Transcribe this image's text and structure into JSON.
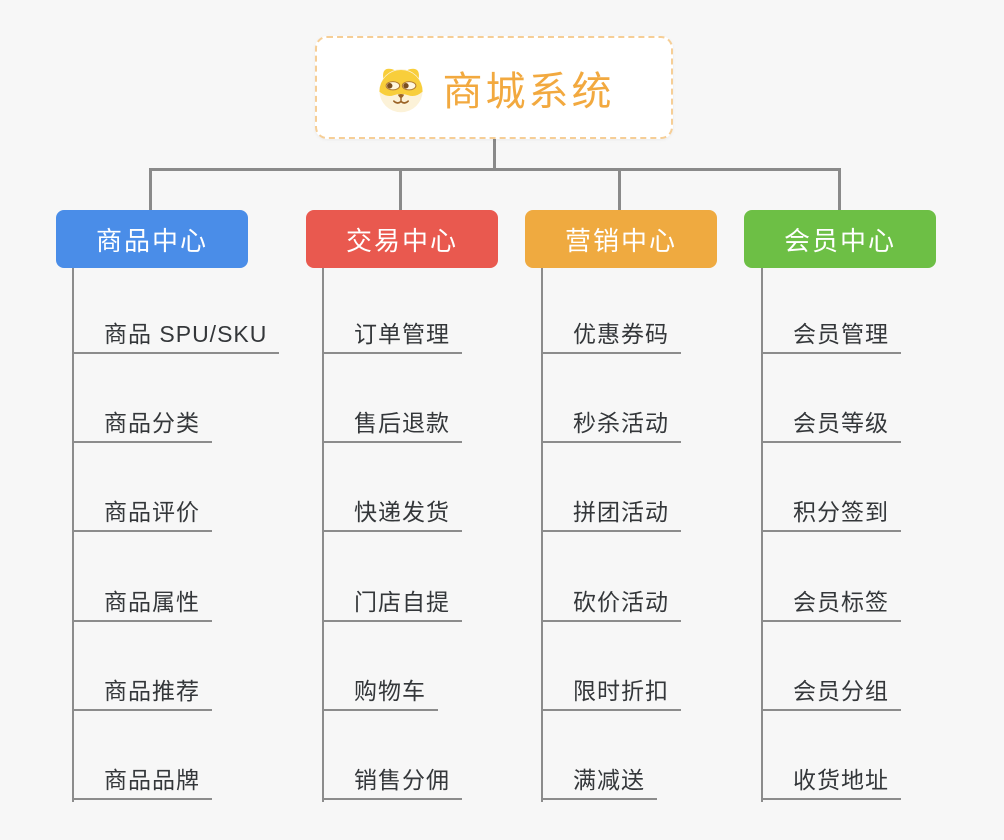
{
  "page": {
    "background_color": "#F7F7F7",
    "connector_color": "#8A8A8A"
  },
  "root": {
    "title": "商城系统",
    "icon": "dog-face-icon",
    "title_color": "#F2A93F",
    "border_color": "#F6CE96"
  },
  "branches": [
    {
      "id": "product-center",
      "label": "商品中心",
      "color": "#4A8DE8",
      "items": [
        "商品 SPU/SKU",
        "商品分类",
        "商品评价",
        "商品属性",
        "商品推荐",
        "商品品牌"
      ]
    },
    {
      "id": "trade-center",
      "label": "交易中心",
      "color": "#E9594F",
      "items": [
        "订单管理",
        "售后退款",
        "快递发货",
        "门店自提",
        "购物车",
        "销售分佣"
      ]
    },
    {
      "id": "marketing-center",
      "label": "营销中心",
      "color": "#EFAA40",
      "items": [
        "优惠券码",
        "秒杀活动",
        "拼团活动",
        "砍价活动",
        "限时折扣",
        "满减送"
      ]
    },
    {
      "id": "member-center",
      "label": "会员中心",
      "color": "#6DBF45",
      "items": [
        "会员管理",
        "会员等级",
        "积分签到",
        "会员标签",
        "会员分组",
        "收货地址"
      ]
    }
  ]
}
